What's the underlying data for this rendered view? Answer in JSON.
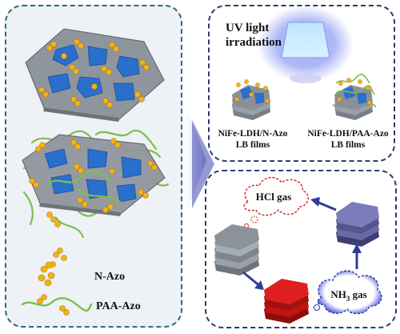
{
  "top_panel": {
    "uv_label_line1": "UV light",
    "uv_label_line2": "irradiation",
    "film1_line1": "NiFe-LDH/N-Azo",
    "film1_line2": "LB films",
    "film2_line1": "NiFe-LDH/PAA-Azo",
    "film2_line2": "LB films"
  },
  "bottom_panel": {
    "hcl_label": "HCl gas",
    "nh3_label": "NH",
    "nh3_sub": "3",
    "nh3_suffix": " gas"
  },
  "legend": {
    "n_azo": "N-Azo",
    "paa_azo": "PAA-Azo"
  },
  "colors": {
    "panel_border": "#2e6b7a",
    "sheet_gray": "#9aa0a8",
    "ldh_blue": "#2a6fcb",
    "azo_yellow": "#f2b31a",
    "polymer_green": "#7cc04a",
    "red_stack": "#d41818",
    "purple_stack": "#6a6aa8",
    "arrow_blue": "#2f3d99"
  }
}
